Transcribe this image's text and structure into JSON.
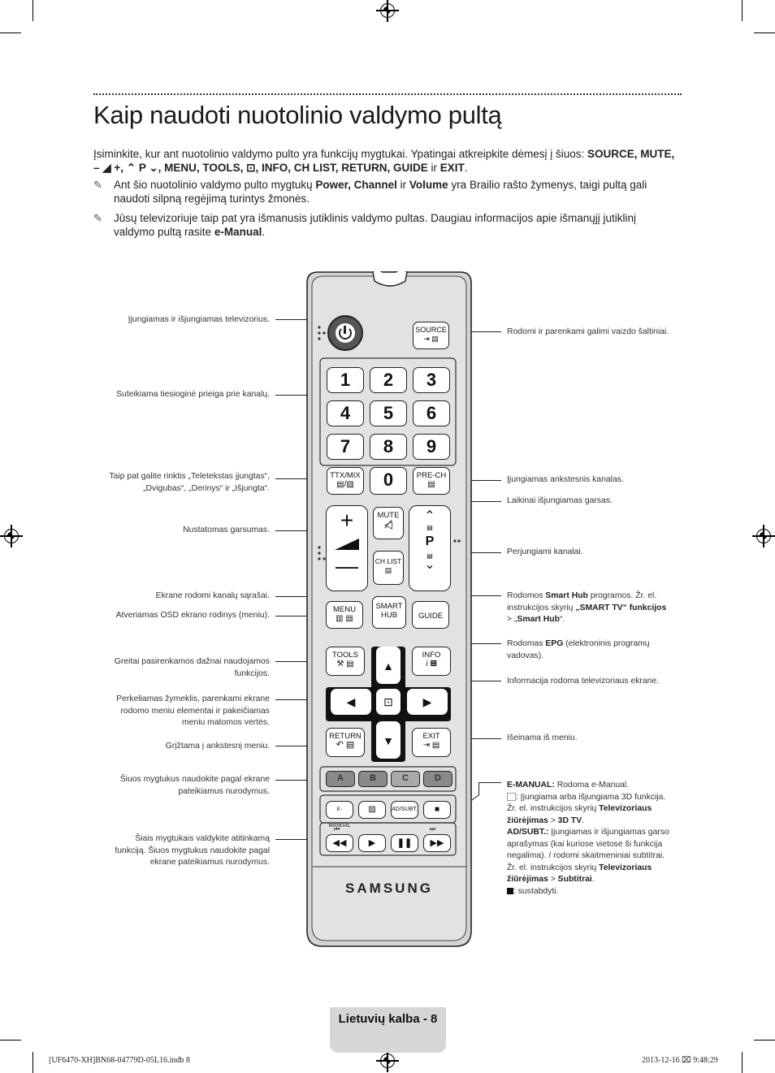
{
  "title": "Kaip naudoti nuotolinio valdymo pultą",
  "intro": {
    "line1_a": "Įsiminkite, kur ant nuotolinio valdymo pulto yra funkcijų mygtukai. Ypatingai atkreipkite dėmesį į šiuos: ",
    "line1_b": "SOURCE, MUTE,",
    "line2": "– ◢ +, ⌃ P ⌄, MENU, TOOLS, ⊡, INFO, CH LIST, RETURN, GUIDE",
    "line2_ir": " ir ",
    "line2_exit": "EXIT",
    "line2_end": "."
  },
  "notes": [
    {
      "icon": "✎",
      "a": "Ant šio nuotolinio valdymo pulto mygtukų ",
      "b": "Power, Channel",
      "c": " ir ",
      "d": "Volume",
      "e": " yra Brailio rašto žymenys, taigi pultą gali",
      "line2": "naudoti silpną regėjimą turintys žmonės."
    },
    {
      "icon": "✎",
      "a": "Jūsų televizoriuje taip pat yra išmanusis jutiklinis valdymo pultas. Daugiau informacijos apie išmanųjį jutiklinį",
      "b": "valdymo pultą rasite ",
      "c": "e-Manual",
      "d": "."
    }
  ],
  "left_labels": {
    "power": "Įjungiamas ir išjungiamas televizorius.",
    "numbers": "Suteikiama tiesioginė prieiga prie kanalų.",
    "ttx1": "Taip pat galite rinktis „Teletekstas įjungtas“,",
    "ttx2": "„Dvigubas“, „Derinys“ ir „Išjungta“.",
    "volume": "Nustatomas garsumas.",
    "chlist": "Ekrane rodomi kanalų sąrašai.",
    "menu": "Atveriamas OSD ekrano rodinys (meniu).",
    "tools1": "Greitai pasirenkamos dažnai naudojamos",
    "tools2": "funkcijos.",
    "nav1": "Perkeliamas žymeklis, parenkami ekrane",
    "nav2": "rodomo meniu elementai ir pakeičiamas",
    "nav3": "meniu matomos vertės.",
    "return": "Grįžtama į ankstesnį meniu.",
    "color1": "Šiuos mygtukus naudokite pagal ekrane",
    "color2": "pateikiamus nurodymus.",
    "media1": "Šiais mygtukais valdykite atitinkamą",
    "media2": "funkciją. Šiuos mygtukus naudokite pagal",
    "media3": "ekrane pateikiamus nurodymus."
  },
  "right_labels": {
    "source": "Rodomi ir parenkami galimi vaizdo šaltiniai.",
    "prech": "Įjungiamas ankstesnis kanalas.",
    "mute": "Laikinai išjungiamas garsas.",
    "channel": "Perjungiami kanalai.",
    "smarthub1a": "Rodomos ",
    "smarthub1b": "Smart Hub",
    "smarthub1c": " programos. Žr. el.",
    "smarthub2a": "instrukcijos skyrių ",
    "smarthub2b": "„SMART TV“ funkcijos",
    "smarthub3a": "> „",
    "smarthub3b": "Smart Hub",
    "smarthub3c": "“.",
    "guide1a": "Rodomas ",
    "guide1b": "EPG",
    "guide1c": " (elektroninis programų",
    "guide2": "vadovas).",
    "info": "Informacija rodoma televizoriaus ekrane.",
    "exit": "Išeinama iš meniu.",
    "emanual_a": "E-MANUAL:",
    "emanual_b": " Rodoma e-Manual.",
    "threed1": ": Įjungiama arba išjungiama 3D funkcija.",
    "threed2a": "Žr. el. instrukcijos skyrių ",
    "threed2b": "Televizoriaus",
    "threed3a": "žiūrėjimas",
    "threed3b": " > ",
    "threed3c": "3D TV",
    "threed3d": ".",
    "adsubt1a": "AD/SUBT.:",
    "adsubt1b": " Įjungiamas ir išjungiamas garso",
    "adsubt2": "aprašymas (kai kuriose vietose ši funkcija",
    "adsubt3": "negalima). / rodomi skaitmeniniai subtitrai.",
    "adsubt4a": "Žr. el. instrukcijos skyrių ",
    "adsubt4b": "Televizoriaus",
    "adsubt5a": "žiūrėjimas",
    "adsubt5b": " > ",
    "adsubt5c": "Subtitrai",
    "adsubt5d": ".",
    "stop": ": sustabdyti."
  },
  "remote": {
    "source": "SOURCE",
    "digits": [
      "1",
      "2",
      "3",
      "4",
      "5",
      "6",
      "7",
      "8",
      "9",
      "0"
    ],
    "ttx": "TTX/MIX",
    "prech": "PRE-CH",
    "mute": "MUTE",
    "chlist": "CH LIST",
    "p": "P",
    "menu": "MENU",
    "smart1": "SMART",
    "smart2": "HUB",
    "guide": "GUIDE",
    "tools": "TOOLS",
    "info": "INFO",
    "return": "RETURN",
    "exit": "EXIT",
    "colors": [
      "A",
      "B",
      "C",
      "D"
    ],
    "emanual": "E-MANUAL",
    "adsubt": "AD/SUBT.",
    "brand": "SAMSUNG"
  },
  "footer": {
    "page_label": "Lietuvių kalba - 8",
    "file": "[UF6470-XH]BN68-04779D-05L16.indb   8",
    "date": "2013-12-16   ",
    "time": "9:48:29"
  },
  "colors": {
    "color_a": "#8a8a8a",
    "color_b": "#8a8a8a",
    "color_c": "#8a8a8a",
    "color_d": "#8a8a8a",
    "remote_body": "#d9d9d9"
  }
}
